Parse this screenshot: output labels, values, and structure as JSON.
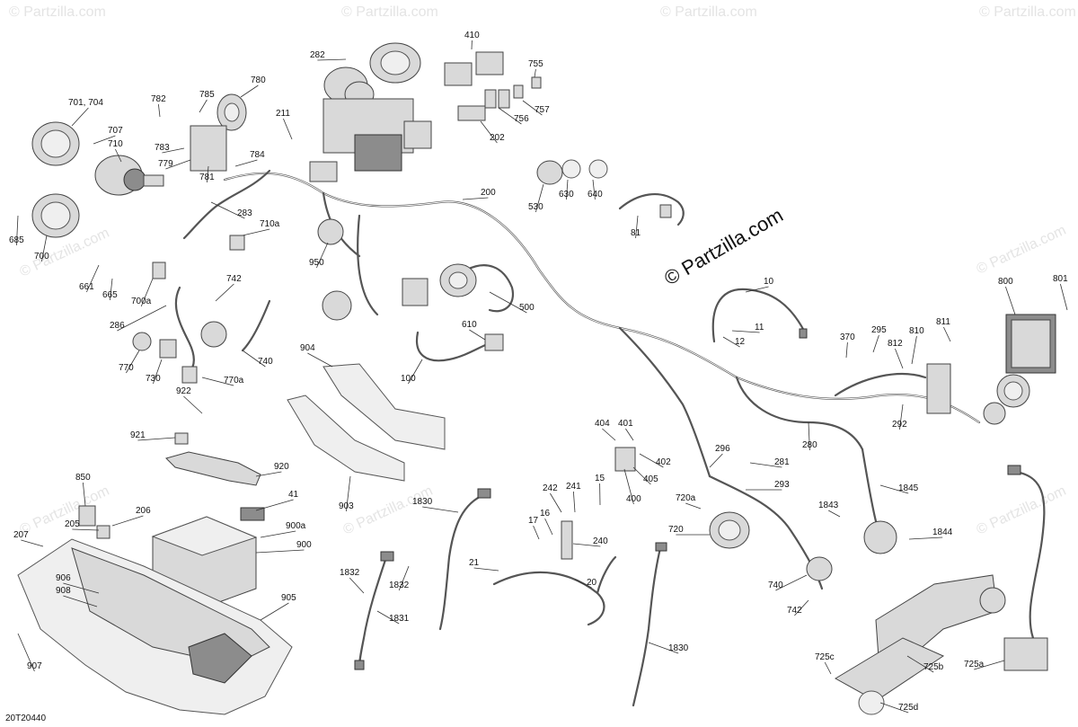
{
  "brand_text": "© Partzilla.com",
  "watermark_text": "© Partzilla.com",
  "reference_code": "20T20440",
  "callouts": [
    {
      "id": "c-410",
      "label": "410"
    },
    {
      "id": "c-282",
      "label": "282"
    },
    {
      "id": "c-755",
      "label": "755"
    },
    {
      "id": "c-780",
      "label": "780"
    },
    {
      "id": "c-785",
      "label": "785"
    },
    {
      "id": "c-782",
      "label": "782"
    },
    {
      "id": "c-701",
      "label": "701, 704"
    },
    {
      "id": "c-707",
      "label": "707"
    },
    {
      "id": "c-710",
      "label": "710"
    },
    {
      "id": "c-211",
      "label": "211"
    },
    {
      "id": "c-757",
      "label": "757"
    },
    {
      "id": "c-756",
      "label": "756"
    },
    {
      "id": "c-202",
      "label": "202"
    },
    {
      "id": "c-783",
      "label": "783"
    },
    {
      "id": "c-784",
      "label": "784"
    },
    {
      "id": "c-779",
      "label": "779"
    },
    {
      "id": "c-781",
      "label": "781"
    },
    {
      "id": "c-200",
      "label": "200"
    },
    {
      "id": "c-530",
      "label": "530"
    },
    {
      "id": "c-630",
      "label": "630"
    },
    {
      "id": "c-640",
      "label": "640"
    },
    {
      "id": "c-283",
      "label": "283"
    },
    {
      "id": "c-710a",
      "label": "710a"
    },
    {
      "id": "c-685",
      "label": "685"
    },
    {
      "id": "c-700",
      "label": "700"
    },
    {
      "id": "c-81",
      "label": "81"
    },
    {
      "id": "c-950",
      "label": "950"
    },
    {
      "id": "c-661",
      "label": "661"
    },
    {
      "id": "c-665",
      "label": "665"
    },
    {
      "id": "c-742a",
      "label": "742"
    },
    {
      "id": "c-700a",
      "label": "700a"
    },
    {
      "id": "c-500",
      "label": "500"
    },
    {
      "id": "c-10",
      "label": "10"
    },
    {
      "id": "c-800",
      "label": "800"
    },
    {
      "id": "c-801",
      "label": "801"
    },
    {
      "id": "c-286",
      "label": "286"
    },
    {
      "id": "c-610",
      "label": "610"
    },
    {
      "id": "c-11",
      "label": "11"
    },
    {
      "id": "c-12",
      "label": "12"
    },
    {
      "id": "c-370",
      "label": "370"
    },
    {
      "id": "c-295",
      "label": "295"
    },
    {
      "id": "c-810",
      "label": "810"
    },
    {
      "id": "c-811",
      "label": "811"
    },
    {
      "id": "c-812",
      "label": "812"
    },
    {
      "id": "c-770",
      "label": "770"
    },
    {
      "id": "c-740",
      "label": "740"
    },
    {
      "id": "c-904",
      "label": "904"
    },
    {
      "id": "c-730",
      "label": "730"
    },
    {
      "id": "c-770a",
      "label": "770a"
    },
    {
      "id": "c-100",
      "label": "100"
    },
    {
      "id": "c-922",
      "label": "922"
    },
    {
      "id": "c-292",
      "label": "292"
    },
    {
      "id": "c-404",
      "label": "404"
    },
    {
      "id": "c-401",
      "label": "401"
    },
    {
      "id": "c-921",
      "label": "921"
    },
    {
      "id": "c-402",
      "label": "402"
    },
    {
      "id": "c-280",
      "label": "280"
    },
    {
      "id": "c-296",
      "label": "296"
    },
    {
      "id": "c-405",
      "label": "405"
    },
    {
      "id": "c-281",
      "label": "281"
    },
    {
      "id": "c-920",
      "label": "920"
    },
    {
      "id": "c-850",
      "label": "850"
    },
    {
      "id": "c-15",
      "label": "15"
    },
    {
      "id": "c-242",
      "label": "242"
    },
    {
      "id": "c-241",
      "label": "241"
    },
    {
      "id": "c-1845",
      "label": "1845"
    },
    {
      "id": "c-293",
      "label": "293"
    },
    {
      "id": "c-41",
      "label": "41"
    },
    {
      "id": "c-903",
      "label": "903"
    },
    {
      "id": "c-400",
      "label": "400"
    },
    {
      "id": "c-720a",
      "label": "720a"
    },
    {
      "id": "c-206",
      "label": "206"
    },
    {
      "id": "c-1830a",
      "label": "1830"
    },
    {
      "id": "c-16",
      "label": "16"
    },
    {
      "id": "c-1843",
      "label": "1843"
    },
    {
      "id": "c-205",
      "label": "205"
    },
    {
      "id": "c-900a",
      "label": "900a"
    },
    {
      "id": "c-17",
      "label": "17"
    },
    {
      "id": "c-207",
      "label": "207"
    },
    {
      "id": "c-720",
      "label": "720"
    },
    {
      "id": "c-1844",
      "label": "1844"
    },
    {
      "id": "c-900",
      "label": "900"
    },
    {
      "id": "c-240",
      "label": "240"
    },
    {
      "id": "c-21",
      "label": "21"
    },
    {
      "id": "c-1832a",
      "label": "1832"
    },
    {
      "id": "c-906",
      "label": "906"
    },
    {
      "id": "c-1832b",
      "label": "1832"
    },
    {
      "id": "c-20",
      "label": "20"
    },
    {
      "id": "c-740b",
      "label": "740"
    },
    {
      "id": "c-908",
      "label": "908"
    },
    {
      "id": "c-905",
      "label": "905"
    },
    {
      "id": "c-742b",
      "label": "742"
    },
    {
      "id": "c-1831",
      "label": "1831"
    },
    {
      "id": "c-1830b",
      "label": "1830"
    },
    {
      "id": "c-907",
      "label": "907"
    },
    {
      "id": "c-725c",
      "label": "725c"
    },
    {
      "id": "c-725b",
      "label": "725b"
    },
    {
      "id": "c-725a",
      "label": "725a"
    },
    {
      "id": "c-725d",
      "label": "725d"
    }
  ]
}
